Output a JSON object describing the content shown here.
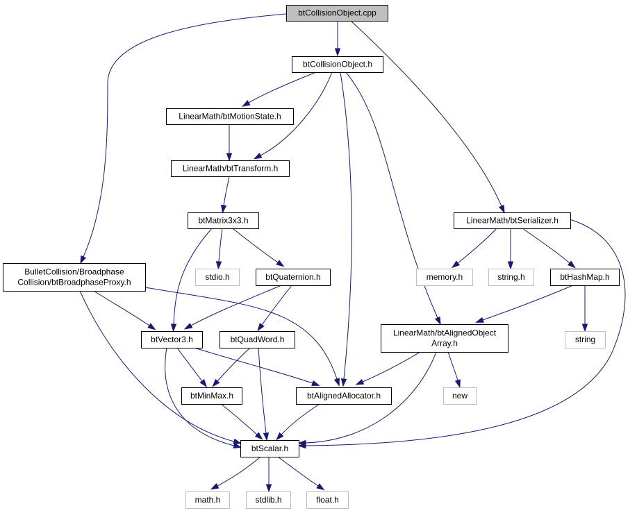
{
  "diagram": {
    "nodes": [
      {
        "id": "cpp",
        "lines": [
          "btCollisionObject.cpp"
        ],
        "kind": "root"
      },
      {
        "id": "colobj",
        "lines": [
          "btCollisionObject.h"
        ],
        "kind": "file"
      },
      {
        "id": "motion",
        "lines": [
          "LinearMath/btMotionState.h"
        ],
        "kind": "file"
      },
      {
        "id": "transform",
        "lines": [
          "LinearMath/btTransform.h"
        ],
        "kind": "file"
      },
      {
        "id": "matrix",
        "lines": [
          "btMatrix3x3.h"
        ],
        "kind": "file"
      },
      {
        "id": "stdio",
        "lines": [
          "stdio.h"
        ],
        "kind": "system"
      },
      {
        "id": "quat",
        "lines": [
          "btQuaternion.h"
        ],
        "kind": "file"
      },
      {
        "id": "proxy",
        "lines": [
          "BulletCollision/Broadphase",
          "Collision/btBroadphaseProxy.h"
        ],
        "kind": "file"
      },
      {
        "id": "vector",
        "lines": [
          "btVector3.h"
        ],
        "kind": "file"
      },
      {
        "id": "quadword",
        "lines": [
          "btQuadWord.h"
        ],
        "kind": "file"
      },
      {
        "id": "minmax",
        "lines": [
          "btMinMax.h"
        ],
        "kind": "file"
      },
      {
        "id": "allocator",
        "lines": [
          "btAlignedAllocator.h"
        ],
        "kind": "file"
      },
      {
        "id": "scalar",
        "lines": [
          "btScalar.h"
        ],
        "kind": "file"
      },
      {
        "id": "math",
        "lines": [
          "math.h"
        ],
        "kind": "system"
      },
      {
        "id": "stdlib",
        "lines": [
          "stdlib.h"
        ],
        "kind": "system"
      },
      {
        "id": "float",
        "lines": [
          "float.h"
        ],
        "kind": "system"
      },
      {
        "id": "serializer",
        "lines": [
          "LinearMath/btSerializer.h"
        ],
        "kind": "file"
      },
      {
        "id": "memory",
        "lines": [
          "memory.h"
        ],
        "kind": "system"
      },
      {
        "id": "string_h",
        "lines": [
          "string.h"
        ],
        "kind": "system"
      },
      {
        "id": "hashmap",
        "lines": [
          "btHashMap.h"
        ],
        "kind": "file"
      },
      {
        "id": "string",
        "lines": [
          "string"
        ],
        "kind": "system"
      },
      {
        "id": "objarray",
        "lines": [
          "LinearMath/btAlignedObject",
          "Array.h"
        ],
        "kind": "file"
      },
      {
        "id": "new",
        "lines": [
          "new"
        ],
        "kind": "system"
      }
    ],
    "edges": [
      [
        "cpp",
        "colobj"
      ],
      [
        "cpp",
        "proxy"
      ],
      [
        "cpp",
        "serializer"
      ],
      [
        "colobj",
        "motion"
      ],
      [
        "colobj",
        "transform"
      ],
      [
        "colobj",
        "allocator"
      ],
      [
        "colobj",
        "objarray"
      ],
      [
        "motion",
        "transform"
      ],
      [
        "transform",
        "matrix"
      ],
      [
        "matrix",
        "stdio"
      ],
      [
        "matrix",
        "quat"
      ],
      [
        "matrix",
        "vector"
      ],
      [
        "quat",
        "vector"
      ],
      [
        "quat",
        "quadword"
      ],
      [
        "proxy",
        "vector"
      ],
      [
        "proxy",
        "allocator"
      ],
      [
        "proxy",
        "scalar"
      ],
      [
        "vector",
        "minmax"
      ],
      [
        "vector",
        "allocator"
      ],
      [
        "vector",
        "scalar"
      ],
      [
        "quadword",
        "minmax"
      ],
      [
        "quadword",
        "scalar"
      ],
      [
        "minmax",
        "scalar"
      ],
      [
        "allocator",
        "scalar"
      ],
      [
        "scalar",
        "math"
      ],
      [
        "scalar",
        "stdlib"
      ],
      [
        "scalar",
        "float"
      ],
      [
        "serializer",
        "memory"
      ],
      [
        "serializer",
        "string_h"
      ],
      [
        "serializer",
        "hashmap"
      ],
      [
        "serializer",
        "scalar"
      ],
      [
        "hashmap",
        "string"
      ],
      [
        "hashmap",
        "objarray"
      ],
      [
        "objarray",
        "allocator"
      ],
      [
        "objarray",
        "scalar"
      ],
      [
        "objarray",
        "new"
      ]
    ]
  }
}
